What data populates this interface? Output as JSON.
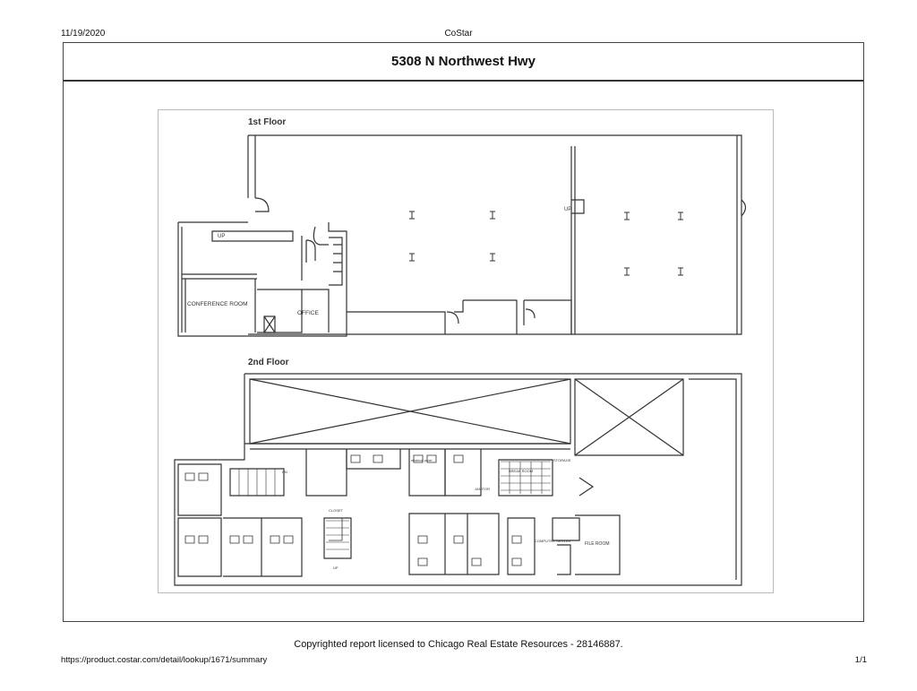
{
  "header": {
    "date": "11/19/2020",
    "app": "CoStar"
  },
  "report": {
    "title": "5308 N Northwest Hwy"
  },
  "floorplan": {
    "floor1": {
      "heading": "1st Floor",
      "labels": {
        "conference": "CONFERENCE ROOM",
        "office": "OFFICE",
        "up": "UP",
        "up2": "UP"
      }
    },
    "floor2": {
      "heading": "2nd Floor",
      "labels": {
        "storage": "STORAGE",
        "break_room": "BREAK ROOM",
        "computer_server": "COMPUTER SERVER",
        "file_room": "FILE ROOM",
        "closet": "CLOSET",
        "electrical": "electrical panel",
        "janitor": "JANITOR",
        "dn": "DN",
        "up": "UP"
      }
    }
  },
  "footer": {
    "copyright": "Copyrighted report licensed to Chicago Real Estate Resources - 28146887.",
    "url": "https://product.costar.com/detail/lookup/1671/summary",
    "page": "1/1"
  }
}
